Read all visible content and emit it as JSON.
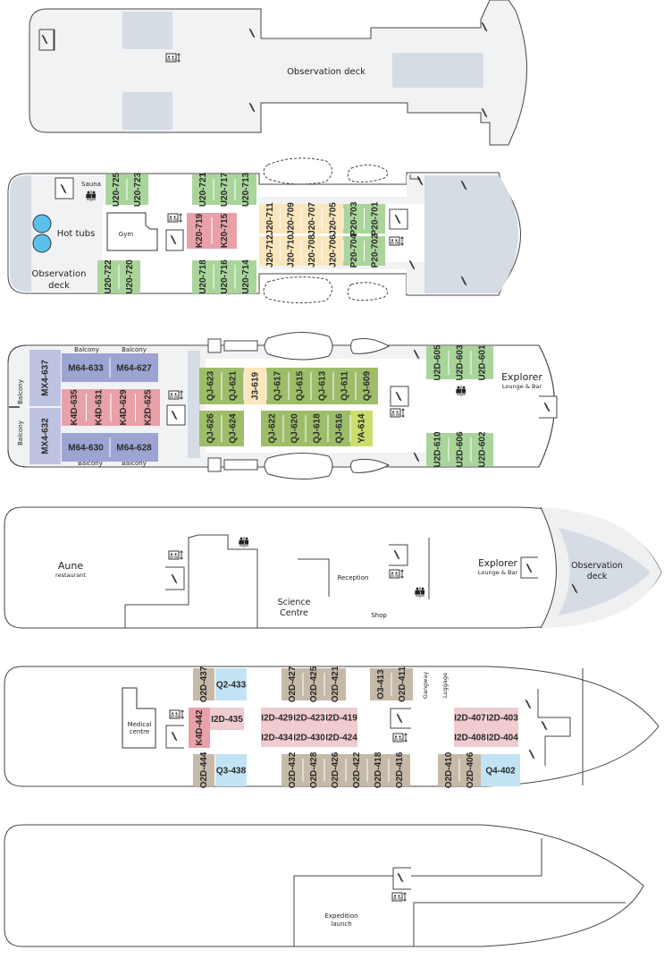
{
  "colors": {
    "hull_line": "#444444",
    "deck_floor": "#f1f2f4",
    "shade": "#d5dce3",
    "cat_U": "#a9d59a",
    "cat_K": "#e8a1a8",
    "cat_J": "#fbe6bd",
    "cat_P": "#a9d59a",
    "cat_M": "#9da4d2",
    "cat_MX": "#bfc3e2",
    "cat_QJ": "#9ebd6a",
    "cat_J3": "#fbe6bd",
    "cat_YA": "#ccdd6a",
    "cat_O": "#c5b9a8",
    "cat_Q": "#c2e3f4",
    "cat_I": "#f0cbcf",
    "hot_tub": "#5bc0eb"
  },
  "deck9": {
    "label": "Observation deck",
    "icons": [
      "stairs-icon",
      "elevator-icon"
    ]
  },
  "deck7": {
    "labels": {
      "sauna": "Sauna",
      "hot_tubs": "Hot tubs",
      "gym": "Gym",
      "observation": "Observation",
      "observation2": "deck"
    },
    "cabins_top_left": [
      "U20-725",
      "U20-723"
    ],
    "cabins_bottom_left": [
      "U20-722",
      "U20-720"
    ],
    "cabins_top_mid": [
      "U20-721",
      "U20-717",
      "U20-713"
    ],
    "cabins_mid": [
      "K20-719",
      "K20-715"
    ],
    "cabins_bottom_mid": [
      "U20-718",
      "U20-716",
      "U20-714"
    ],
    "cabins_center_top": [
      "J20-711",
      "J20-709",
      "J20-707",
      "J20-705",
      "P20-703",
      "P20-701"
    ],
    "cabins_center_bottom": [
      "J20-712",
      "J20-710",
      "J20-708",
      "J20-706",
      "P20-704",
      "P20-702"
    ]
  },
  "deck6": {
    "labels": {
      "balcony": "Balcony",
      "explorer": "Explorer",
      "lounge": "Lounge & Bar"
    },
    "mx": [
      "MX4-637",
      "MX4-632"
    ],
    "m_top": [
      "M64-633",
      "M64-627"
    ],
    "m_bottom": [
      "M64-630",
      "M64-628"
    ],
    "k": [
      "K4D-635",
      "K4D-631",
      "K4D-629",
      "K2D-625"
    ],
    "qj_top": [
      "QJ-623",
      "QJ-621",
      "J3-619",
      "QJ-617",
      "QJ-615",
      "QJ-613",
      "QJ-611",
      "QJ-609"
    ],
    "qj_bottom": [
      "QJ-626",
      "QJ-624",
      "QJ-622",
      "QJ-620",
      "QJ-618",
      "QJ-616",
      "YA-614"
    ],
    "u_top": [
      "U2D-605",
      "U2D-603",
      "U2D-601"
    ],
    "u_bottom": [
      "U2D-610",
      "U2D-606",
      "U2D-602"
    ]
  },
  "deck5": {
    "labels": {
      "aune": "Aune",
      "restaurant": "restaurant",
      "science1": "Science",
      "science2": "Centre",
      "reception": "Reception",
      "shop": "Shop",
      "explorer": "Explorer",
      "lounge": "Lounge & Bar",
      "observation": "Observation",
      "deck": "deck"
    }
  },
  "deck4": {
    "labels": {
      "medical1": "Medical",
      "medical2": "centre",
      "gangway": "Gangway",
      "luggage": "Luggage"
    },
    "o_top": [
      "O2D-437",
      "O2D-427",
      "O2D-425",
      "O2D-421",
      "O3-413",
      "O2D-411"
    ],
    "q_top": "Q2-433",
    "k": "K4D-442",
    "i_single": "I2D-435",
    "i_mid_top": [
      "I2D-429",
      "I2D-423",
      "I2D-419"
    ],
    "i_mid_bottom": [
      "I2D-434",
      "I2D-430",
      "I2D-424"
    ],
    "i_fwd_top": [
      "I2D-407",
      "I2D-403"
    ],
    "i_fwd_bottom": [
      "I2D-408",
      "I2D-404"
    ],
    "o_bottom": [
      "O2D-444",
      "O2D-432",
      "O2D-428",
      "O2D-426",
      "O2D-422",
      "O2D-418",
      "O2D-416",
      "O2D-410",
      "O2D-406"
    ],
    "q_bottom": [
      "Q3-438",
      "Q4-402"
    ]
  },
  "deck3": {
    "labels": {
      "expedition1": "Expedition",
      "expedition2": "launch"
    }
  }
}
